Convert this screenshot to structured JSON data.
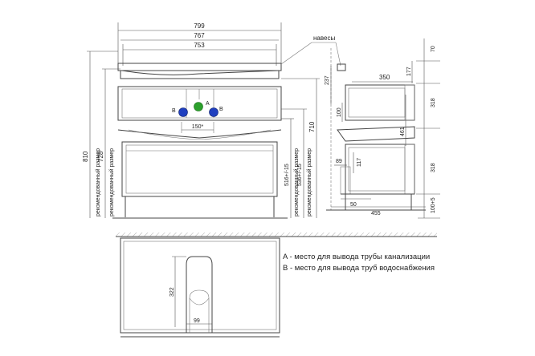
{
  "front": {
    "dims": {
      "w799": "799",
      "w767": "767",
      "w753": "753",
      "w150": "150*",
      "h810": "810",
      "h728": "728",
      "h710": "710",
      "h516": "516+/-15",
      "h536": "536+/-15"
    },
    "labels": {
      "rec_outer": "рекомендованный размер",
      "rec_inner": "рекомендованный размер",
      "rec_mid": "рекомендованный размер",
      "rec_right": "рекомендованный размер",
      "point_a": "A",
      "point_b_left": "B",
      "point_b_right": "B"
    },
    "colors": {
      "point_a": "#2ca02c",
      "point_b": "#1f3fbf"
    }
  },
  "side": {
    "hinges_label": "навесы",
    "dims": {
      "d70": "70",
      "d237": "237",
      "d350": "350",
      "d177": "177",
      "d318_top": "318",
      "d100": "100",
      "d461": "461",
      "d89": "89",
      "d117": "117",
      "d318_bottom": "318",
      "d100_5": "100+5",
      "d50": "50",
      "d455": "455"
    }
  },
  "plan": {
    "dims": {
      "d322": "322",
      "d99": "99"
    }
  },
  "legend": {
    "line_a": "A - место для вывода трубы канализации",
    "line_b": "B - место для вывода труб водоснабжения"
  }
}
